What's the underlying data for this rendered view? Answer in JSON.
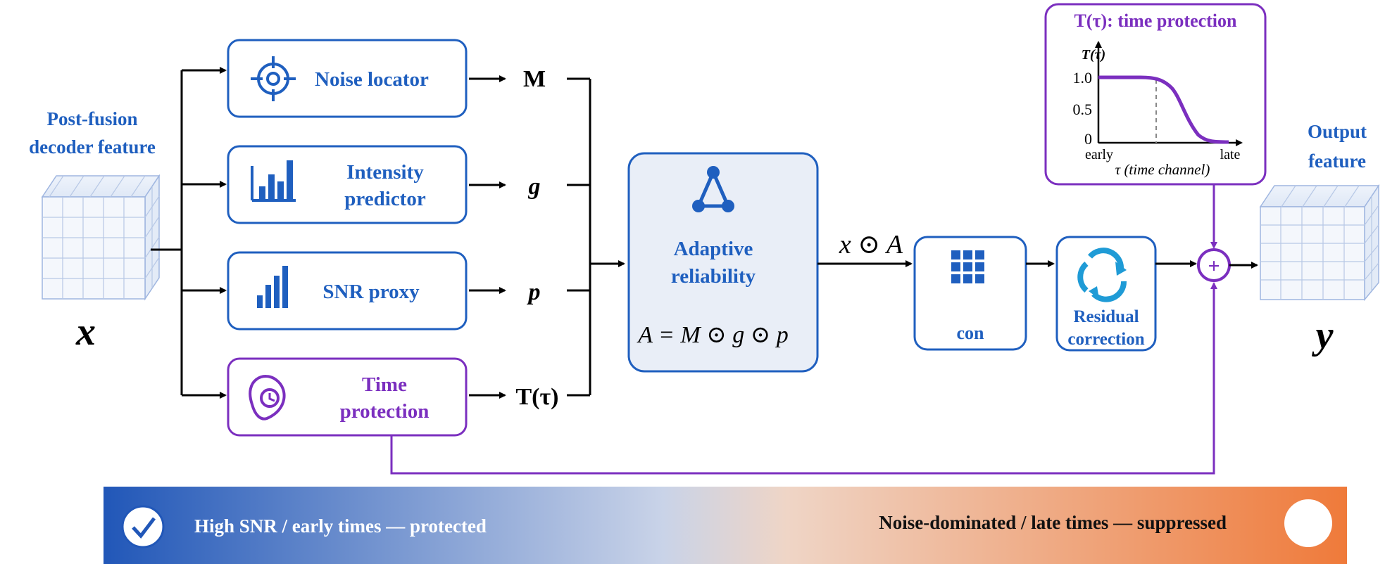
{
  "input": {
    "title_line1": "Post-fusion",
    "title_line2": "decoder feature",
    "symbol": "x"
  },
  "modules": {
    "noise_locator": {
      "label": "Noise locator",
      "output": "M"
    },
    "intensity_predictor": {
      "label_line1": "Intensity",
      "label_line2": "predictor",
      "output": "g"
    },
    "snr_proxy": {
      "label": "SNR proxy",
      "output": "p"
    },
    "time_protection": {
      "label_line1": "Time",
      "label_line2": "protection",
      "output": "T(τ)"
    }
  },
  "reliability": {
    "label_line1": "Adaptive",
    "label_line2": "reliability",
    "formula": "A = M ⊙ g ⊙ p"
  },
  "product_label": "x ⊙ A",
  "conv_block": {
    "label": "con"
  },
  "residual": {
    "label_line1": "Residual",
    "label_line2": "correction"
  },
  "sum_symbol": "+",
  "output": {
    "title_line1": "Output",
    "title_line2": "feature",
    "symbol": "y"
  },
  "time_plot": {
    "title": "T(τ): time protection",
    "y_label": "T(τ)",
    "y_ticks": [
      "1.0",
      "0.5",
      "0"
    ],
    "x_tick_left": "early",
    "x_tick_right": "late",
    "x_label": "τ (time channel)"
  },
  "bottom_bar": {
    "left_text": "High SNR / early times — protected",
    "right_text": "Noise-dominated / late times — suppressed"
  },
  "colors": {
    "blue": "#1f5fbf",
    "purple": "#7b2fbf",
    "orange": "#ef7a3a",
    "grid_blue": "#9fb6e0"
  }
}
